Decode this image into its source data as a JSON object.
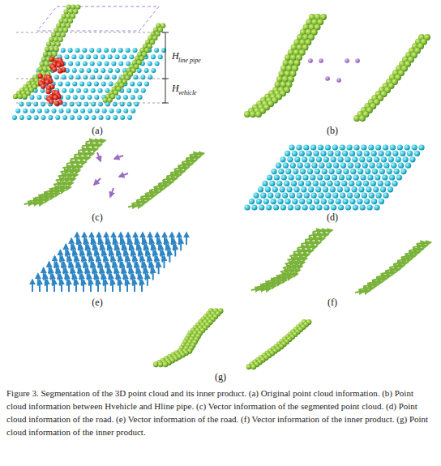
{
  "diagram": {
    "caption": "Figure 3. Segmentation of the 3D point cloud and its inner product. (a) Original point cloud information. (b) Point cloud information between Hvehicle and Hline pipe. (c) Vector information of the segmented point cloud. (d) Point cloud information of the road. (e) Vector information of the road. (f) Vector information of the inner product. (g) Point cloud information of the inner product.",
    "labels": [
      "H",
      "line pipe",
      "H",
      "vehicle",
      "(a)",
      "(b)",
      "(c)",
      "(d)",
      "(e)",
      "(f)",
      "(g)"
    ]
  }
}
